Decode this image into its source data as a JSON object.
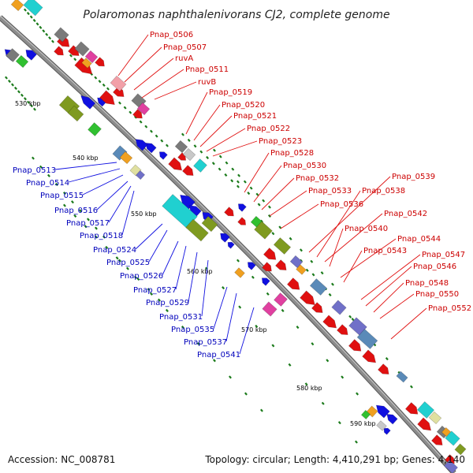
{
  "map": {
    "title": "Polaromonas naphthalenivorans CJ2, complete genome",
    "accession": "Accession: NC_008781",
    "summary": "Topology: circular; Length: 4,410,291 bp; Genes: 4,140"
  },
  "colors": {
    "forward": "#e01010",
    "reverse": "#1010e0",
    "backbone": "#8c8c8c",
    "tick": "#1a7a1a",
    "orf_cyan": "#20d0d0",
    "orf_olive": "#7f9a20",
    "orf_steel": "#5a8ab8",
    "orf_grey": "#7a7a7a",
    "orf_pink": "#e040a0",
    "orf_green": "#30c030",
    "orf_orange": "#f0a020",
    "orf_lilac": "#7070c8"
  },
  "scale": [
    {
      "label": "530 kbp"
    },
    {
      "label": "540 kbp"
    },
    {
      "label": "550 kbp"
    },
    {
      "label": "560 kbp"
    },
    {
      "label": "570 kbp"
    },
    {
      "label": "580 kbp"
    },
    {
      "label": "590 kbp"
    }
  ],
  "forward_labels": [
    "Pnap_0506",
    "Pnap_0507",
    "ruvA",
    "Pnap_0511",
    "ruvB",
    "Pnap_0519",
    "Pnap_0520",
    "Pnap_0521",
    "Pnap_0522",
    "Pnap_0523",
    "Pnap_0528",
    "Pnap_0530",
    "Pnap_0532",
    "Pnap_0533",
    "Pnap_0536",
    "Pnap_0539",
    "Pnap_0538",
    "Pnap_0542",
    "Pnap_0540",
    "Pnap_0544",
    "Pnap_0543",
    "Pnap_0547",
    "Pnap_0546",
    "Pnap_0548",
    "Pnap_0550",
    "Pnap_0552"
  ],
  "reverse_labels": [
    "Pnap_0513",
    "Pnap_0514",
    "Pnap_0515",
    "Pnap_0516",
    "Pnap_0517",
    "Pnap_0518",
    "Pnap_0524",
    "Pnap_0525",
    "Pnap_0526",
    "Pnap_0527",
    "Pnap_0529",
    "Pnap_0531",
    "Pnap_0535",
    "Pnap_0537",
    "Pnap_0541"
  ]
}
